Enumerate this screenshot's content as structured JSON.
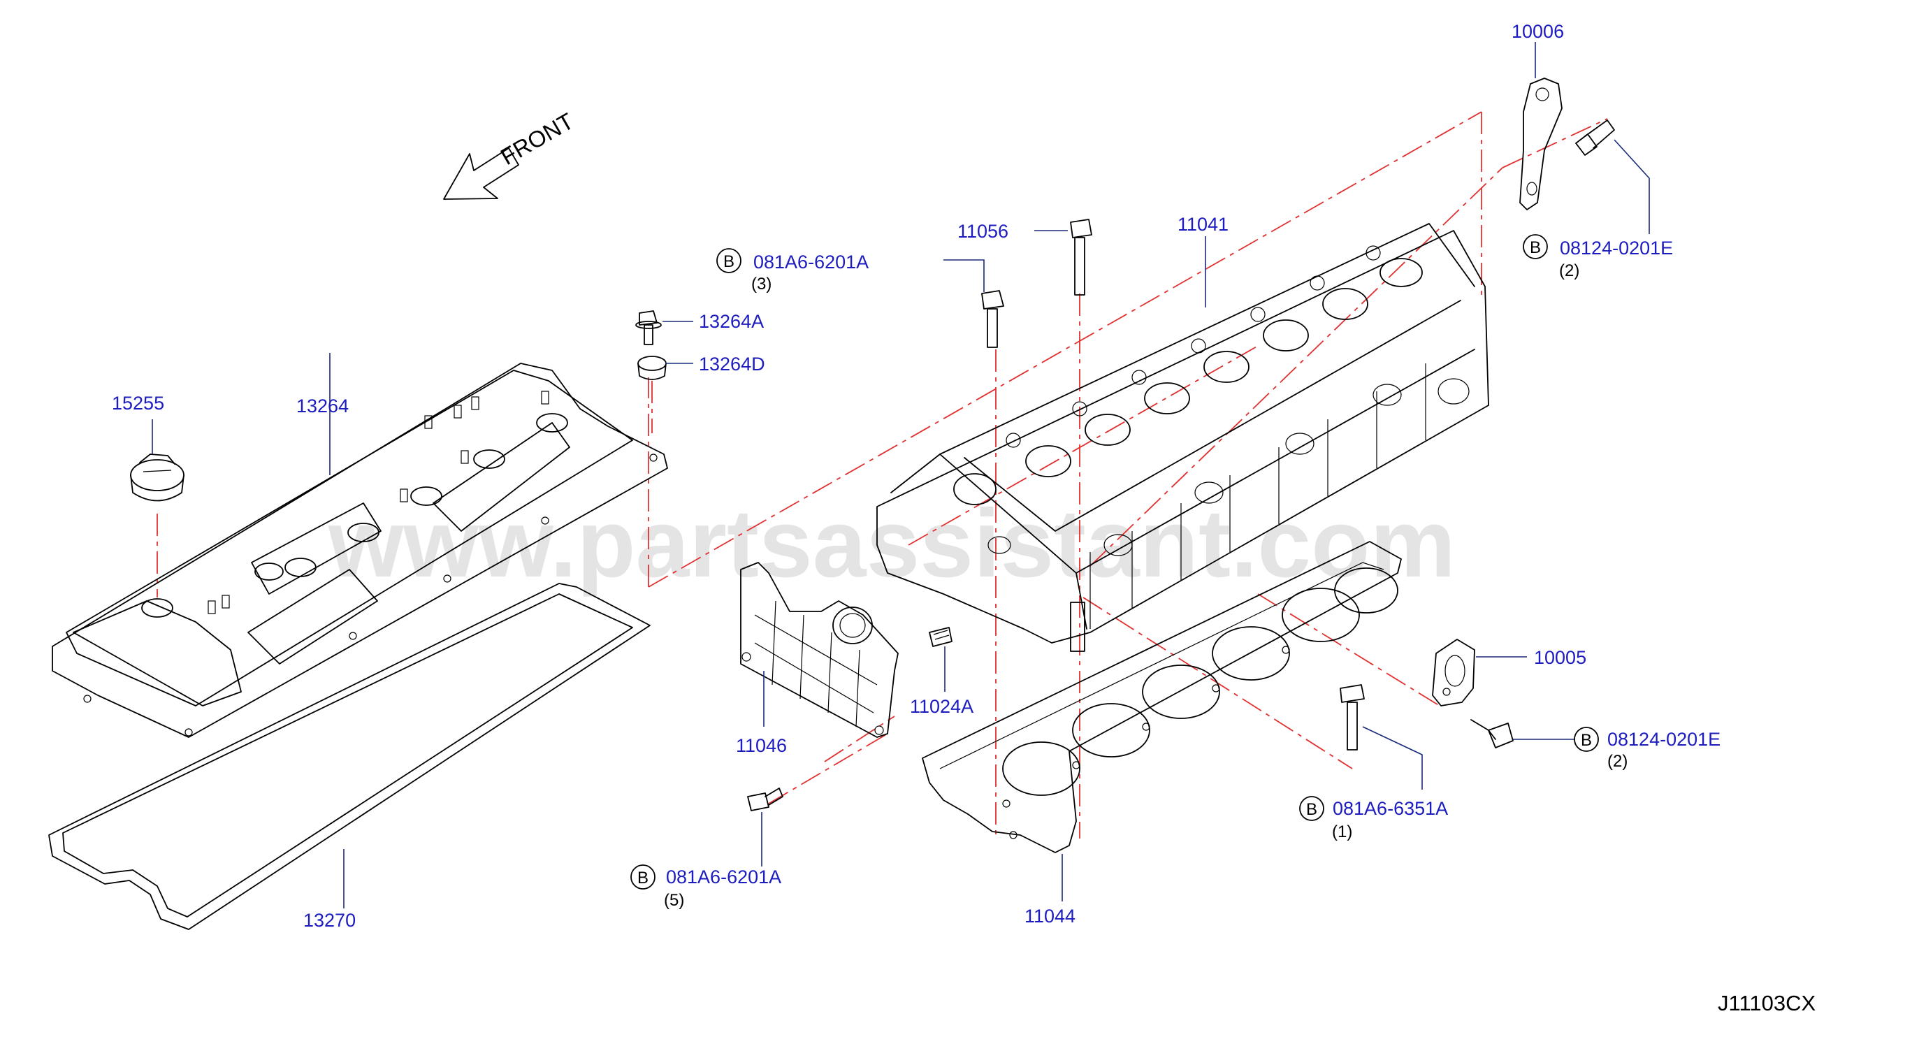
{
  "watermark": "www.partsassistant.com",
  "front_label": "FRONT",
  "diagram_code": "J11103CX",
  "bolt_marker": "B",
  "labels": {
    "p10006": "10006",
    "p08124_top": "08124-0201E",
    "p08124_top_qty": "(2)",
    "p11041": "11041",
    "p11056": "11056",
    "p081A6_6201A_top": "081A6-6201A",
    "p081A6_6201A_top_qty": "(3)",
    "p13264A": "13264A",
    "p13264D": "13264D",
    "p15255": "15255",
    "p13264": "13264",
    "p10005": "10005",
    "p11024A": "11024A",
    "p11046": "11046",
    "p08124_bot": "08124-0201E",
    "p08124_bot_qty": "(2)",
    "p081A6_6351A": "081A6-6351A",
    "p081A6_6351A_qty": "(1)",
    "p081A6_6201A_bot": "081A6-6201A",
    "p081A6_6201A_bot_qty": "(5)",
    "p11044": "11044",
    "p13270": "13270"
  },
  "colors": {
    "label_blue": "#1d1dbf",
    "leader": "#1a2a7a",
    "dash_red": "#e03030"
  }
}
